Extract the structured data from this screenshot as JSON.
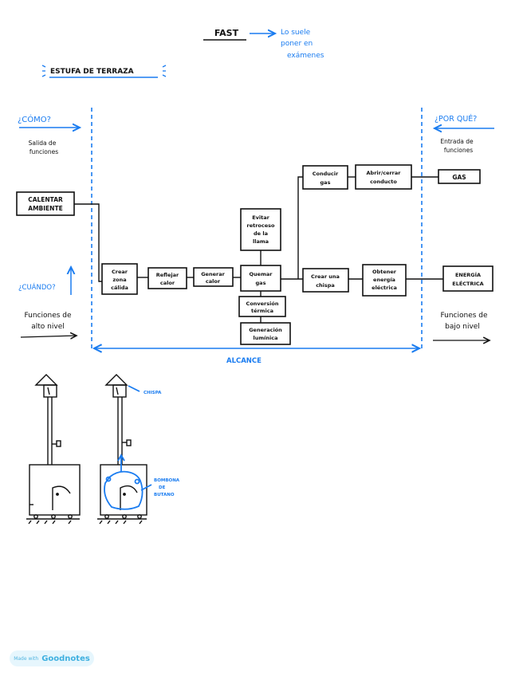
{
  "header": {
    "title": "FAST",
    "note": [
      "Lo suele",
      "poner en",
      "exámenes"
    ]
  },
  "subtitle": "ESTUFA DE TERRAZA",
  "left": {
    "how_label": "¿CÓMO?",
    "how_sub": [
      "Salida de",
      "funciones"
    ],
    "when_label": "¿CUÁNDO?",
    "high_level": [
      "Funciones de",
      "alto nivel"
    ]
  },
  "right": {
    "why_label": "¿POR QUÉ?",
    "why_sub": [
      "Entrada de",
      "funciones"
    ],
    "low_level": [
      "Funciones de",
      "bajo nivel"
    ]
  },
  "scope_label": "ALCANCE",
  "boxes": {
    "calentar": [
      "CALENTAR",
      "AMBIENTE"
    ],
    "crear_zona": [
      "Crear",
      "zona",
      "cálida"
    ],
    "reflejar": [
      "Reflejar",
      "calor"
    ],
    "generar": [
      "Generar",
      "calor"
    ],
    "quemar": [
      "Quemar",
      "gas"
    ],
    "evitar": [
      "Evitar",
      "retroceso",
      "de la",
      "llama"
    ],
    "conversion": [
      "Conversión",
      "térmica"
    ],
    "generacion": [
      "Generación",
      "lumínica"
    ],
    "conducir": [
      "Conducir",
      "gas"
    ],
    "abrir": [
      "Abrir/cerrar",
      "conducto"
    ],
    "gas": [
      "GAS"
    ],
    "chispa": [
      "Crear una",
      "chispa"
    ],
    "obtener": [
      "Obtener",
      "energía",
      "eléctrica"
    ],
    "energia": [
      "ENERGÍA",
      "ELÉCTRICA"
    ]
  },
  "sketch": {
    "spark_label": "CHISPA",
    "tank_label": [
      "BOMBONA",
      "DE",
      "BUTANO"
    ]
  },
  "footer": {
    "made_with": "Made with",
    "brand": "Goodnotes"
  },
  "colors": {
    "ink": "#111111",
    "accent": "#1a7cf0",
    "badge_bg": "#e6f6fd"
  }
}
